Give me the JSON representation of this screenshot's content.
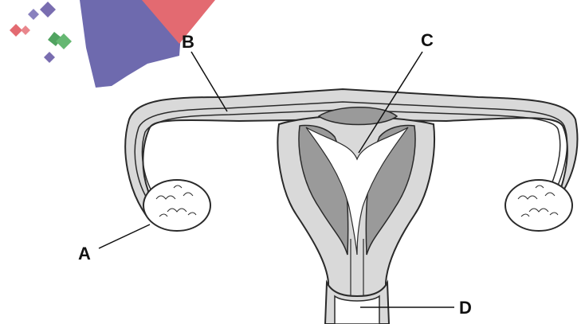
{
  "diagram": {
    "labels": {
      "a": "A",
      "b": "B",
      "c": "C",
      "d": "D"
    }
  },
  "colors": {
    "outline": "#2a2a2a",
    "tissue_light": "#d9d9d9",
    "tissue_dark": "#9a9a9a",
    "inner": "#ffffff",
    "logo_blue": "#5f5aa6",
    "logo_red": "#e05a62",
    "logo_green": "#3f9a4f",
    "logo_purple": "#6b5ea8"
  },
  "watermark": {
    "type": "logo",
    "shapes": [
      "diamond-cluster",
      "triangle-blue",
      "triangle-red"
    ]
  }
}
